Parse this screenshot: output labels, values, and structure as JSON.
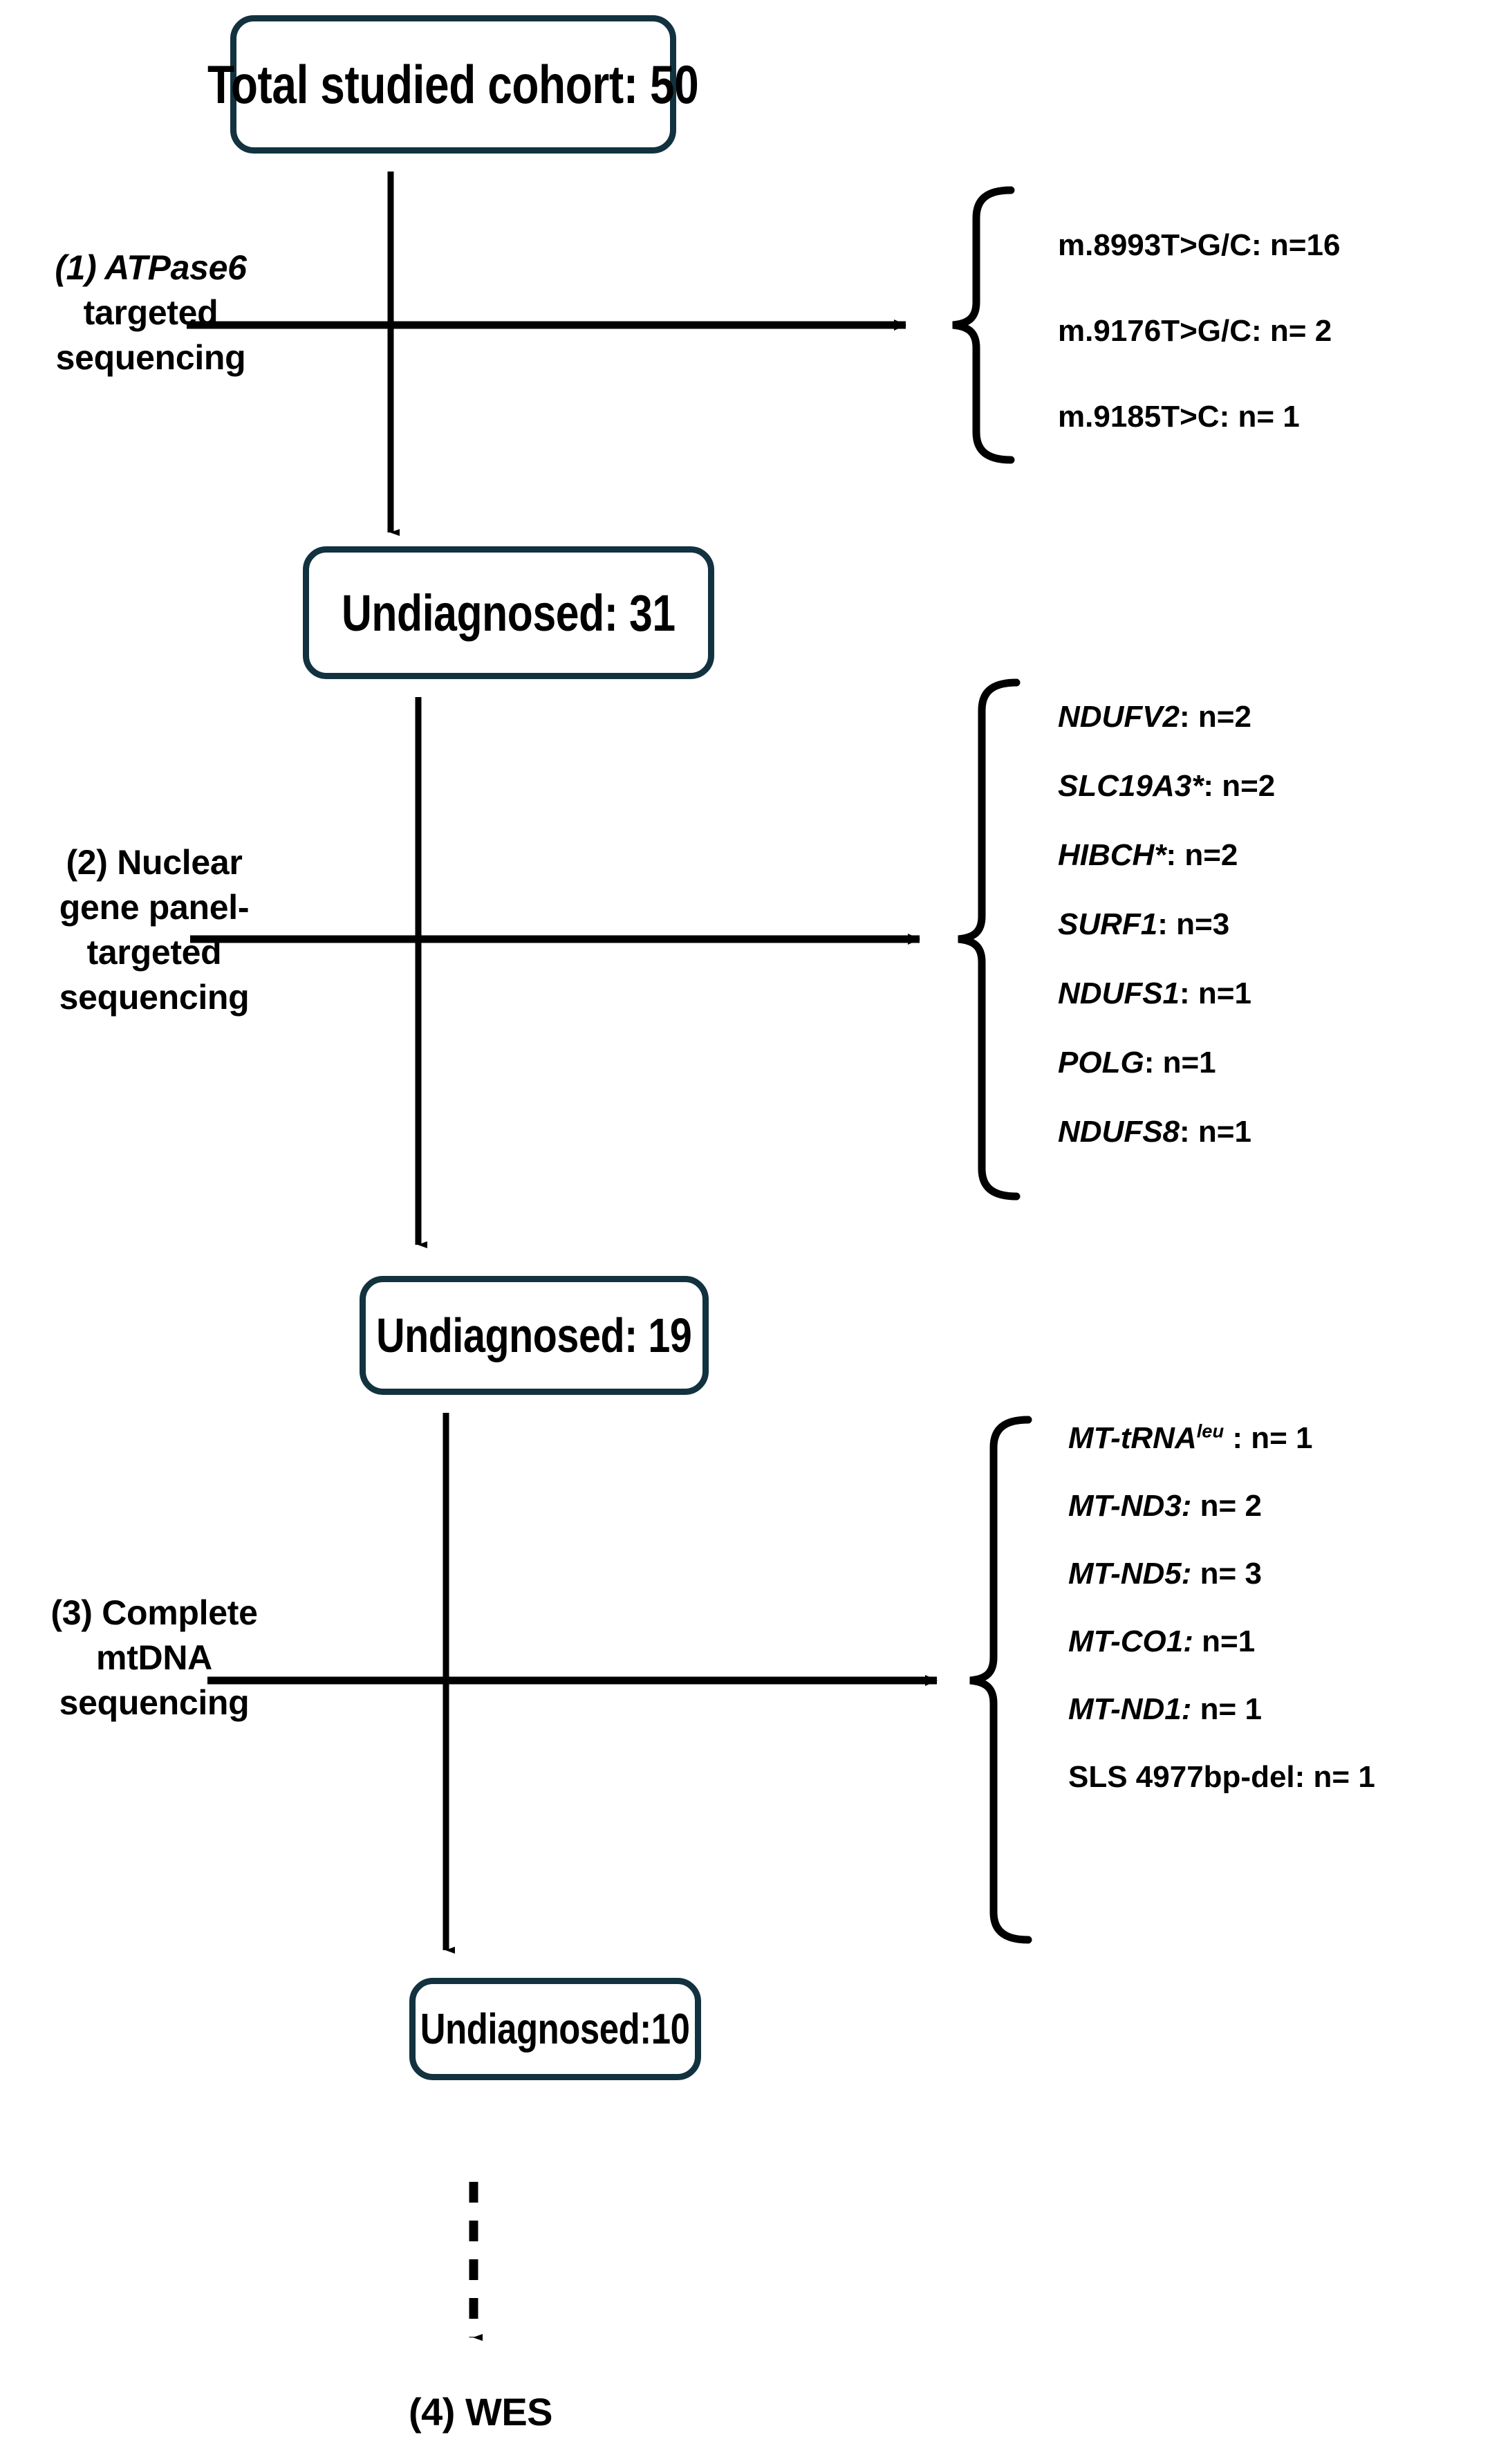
{
  "figure": {
    "title": "Diagnostic workflow flowchart of studied mitochondrial disease cohort",
    "box_border_color": "#12323f",
    "text_color": "#000000",
    "background_color": "#ffffff"
  },
  "nodes": [
    {
      "id": "total",
      "label": "Total studied cohort: 50"
    },
    {
      "id": "undiag31",
      "label": "Undiagnosed: 31"
    },
    {
      "id": "undiag19",
      "label": "Undiagnosed: 19"
    },
    {
      "id": "undiag10",
      "label": "Undiagnosed:10"
    }
  ],
  "stages": [
    {
      "number": "(1)",
      "caption_em": "ATPase6",
      "caption_rest": "targeted sequencing",
      "results": [
        {
          "name": "m.8993T>G/C:",
          "count": "n=16",
          "italic": false
        },
        {
          "name": "m.9176T>G/C:",
          "count": "n= 2",
          "italic": false
        },
        {
          "name": "m.9185T>C:",
          "count": "n= 1",
          "italic": false
        }
      ]
    },
    {
      "number": "(2)",
      "caption_em": "",
      "caption_rest": "(2) Nuclear gene panel-targeted sequencing",
      "results": [
        {
          "name": "NDUFV2:",
          "count": "n=2",
          "italic": true
        },
        {
          "name": "SLC19A3*:",
          "count": "n=2",
          "italic": true
        },
        {
          "name": "HIBCH*:",
          "count": "n=2",
          "italic": true
        },
        {
          "name": "SURF1:",
          "count": "n=3",
          "italic": true
        },
        {
          "name": "NDUFS1:",
          "count": "n=1",
          "italic": true
        },
        {
          "name": "POLG:",
          "count": "n=1",
          "italic": true
        },
        {
          "name": "NDUFS8:",
          "count": "n=1",
          "italic": true
        }
      ]
    },
    {
      "number": "(3)",
      "caption_em": "",
      "caption_rest": "(3) Complete mtDNA sequencing",
      "results": [
        {
          "name": "MT-tRNA",
          "superscript": "leu",
          "count": ": n= 1",
          "italic": true
        },
        {
          "name": "MT-ND3:",
          "count": "n= 2",
          "italic": true
        },
        {
          "name": "MT-ND5:",
          "count": "n= 3",
          "italic": true
        },
        {
          "name": "MT-CO1:",
          "count": "n=1",
          "italic": true
        },
        {
          "name": "MT-ND1:",
          "count": "n= 1",
          "italic": true
        },
        {
          "name": "SLS 4977bp-del:",
          "count": "n= 1",
          "italic": false
        }
      ]
    }
  ],
  "stage1_caption": {
    "line1_number": "(1) ",
    "line1_em": "ATPase6",
    "line2": "targeted",
    "line3": "sequencing"
  },
  "stage2_caption": {
    "line1": "(2) Nuclear",
    "line2": "gene  panel-",
    "line3": "targeted",
    "line4": "sequencing"
  },
  "stage3_caption": {
    "line1": "(3) Complete",
    "line2": "mtDNA",
    "line3": "sequencing"
  },
  "results_stage1": [
    "m.8993T>G/C:  n=16",
    "m.9176T>G/C:  n= 2",
    "m.9185T>C:  n= 1"
  ],
  "results_stage2": [
    {
      "gene": "NDUFV2",
      "rest": ": n=2"
    },
    {
      "gene": "SLC19A3*",
      "rest": ": n=2"
    },
    {
      "gene": "HIBCH*",
      "rest": ": n=2"
    },
    {
      "gene": "SURF1",
      "rest": ": n=3"
    },
    {
      "gene": "NDUFS1",
      "rest": ": n=1"
    },
    {
      "gene": "POLG",
      "rest": ": n=1"
    },
    {
      "gene": "NDUFS8",
      "rest": ": n=1"
    }
  ],
  "results_stage3": [
    {
      "gene": "MT-tRNA",
      "sup": "leu",
      "rest": " : n= 1"
    },
    {
      "gene": "MT-ND3:",
      "rest": " n= 2"
    },
    {
      "gene": "MT-ND5:",
      "rest": " n= 3"
    },
    {
      "gene": "MT-CO1:",
      "rest": " n=1"
    },
    {
      "gene": "MT-ND1:",
      "rest": " n= 1"
    },
    {
      "plain": "SLS 4977bp-del:",
      "rest": " n= 1"
    }
  ],
  "final": {
    "label": "(4) WES"
  }
}
